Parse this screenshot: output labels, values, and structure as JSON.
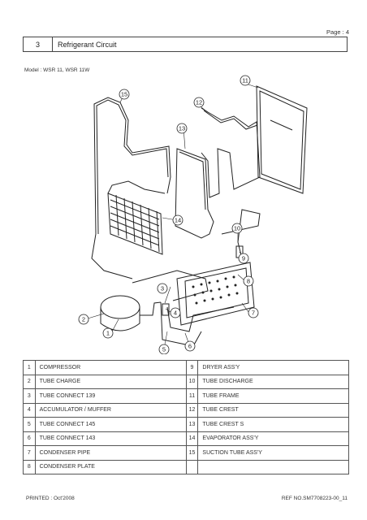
{
  "page": "Page : 4",
  "section": {
    "number": "3",
    "title": "Refrigerant Circuit"
  },
  "model": "Model : WSR 11, WSR 11W",
  "callouts": [
    "1",
    "2",
    "3",
    "4",
    "5",
    "6",
    "7",
    "8",
    "9",
    "10",
    "11",
    "12",
    "13",
    "14",
    "15"
  ],
  "parts": [
    [
      {
        "no": "1",
        "name": "COMPRESSOR"
      },
      {
        "no": "9",
        "name": "DRYER ASS'Y"
      }
    ],
    [
      {
        "no": "2",
        "name": "TUBE CHARGE"
      },
      {
        "no": "10",
        "name": "TUBE DISCHARGE"
      }
    ],
    [
      {
        "no": "3",
        "name": "TUBE CONNECT 139"
      },
      {
        "no": "11",
        "name": "TUBE FRAME"
      }
    ],
    [
      {
        "no": "4",
        "name": "ACCUMULATOR / MUFFER"
      },
      {
        "no": "12",
        "name": "TUBE CREST"
      }
    ],
    [
      {
        "no": "5",
        "name": "TUBE CONNECT 145"
      },
      {
        "no": "13",
        "name": "TUBE CREST S"
      }
    ],
    [
      {
        "no": "6",
        "name": "TUBE CONNECT 143"
      },
      {
        "no": "14",
        "name": "EVAPORATOR ASS'Y"
      }
    ],
    [
      {
        "no": "7",
        "name": "CONDENSER PIPE"
      },
      {
        "no": "15",
        "name": "SUCTION TUBE ASS'Y"
      }
    ],
    [
      {
        "no": "8",
        "name": "CONDENSER PLATE"
      },
      {
        "no": "",
        "name": ""
      }
    ]
  ],
  "footer": {
    "printed": "PRINTED : Oct'2008",
    "ref": "REF NO.SM7708223-00_11"
  }
}
